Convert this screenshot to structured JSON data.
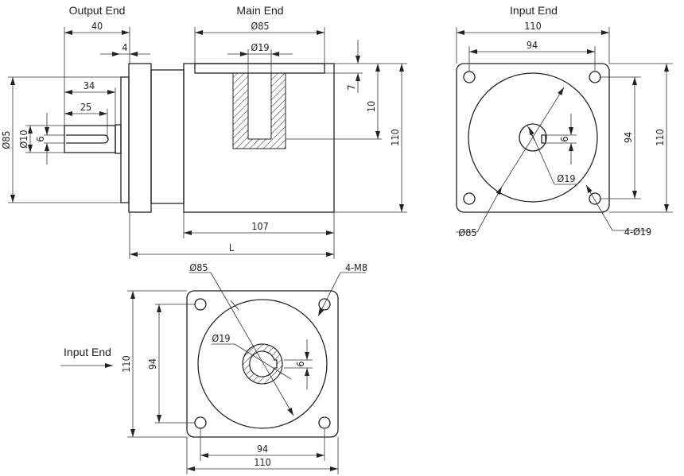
{
  "titles": {
    "output_end": "Output End",
    "main_end": "Main End",
    "input_end_top": "Input End",
    "input_end_bottom": "Input End"
  },
  "side_view": {
    "shaft_length": "40",
    "pilot_thickness": "4",
    "shaft_key_length": "34",
    "key_length": "25",
    "shaft_diameter": "Ø10",
    "key_width": "6",
    "pilot_diameter": "Ø85",
    "bore_pilot_diameter": "Ø85",
    "bore_diameter": "Ø19",
    "pilot_depth": "7",
    "bore_depth": "10",
    "height": "110",
    "body_length": "107",
    "total_length": "L"
  },
  "input_view_top": {
    "width": "110",
    "hole_spacing_h": "94",
    "hole_spacing_v": "94",
    "height": "110",
    "key_width": "6",
    "bore_diameter": "Ø19",
    "pilot_diameter": "Ø85",
    "holes": "4-Ø19"
  },
  "input_view_bottom": {
    "pilot_diameter": "Ø85",
    "threads": "4-M8",
    "bore_diameter": "Ø19",
    "key_width": "6",
    "height": "110",
    "hole_spacing_v": "94",
    "hole_spacing_h": "94",
    "width": "110"
  }
}
